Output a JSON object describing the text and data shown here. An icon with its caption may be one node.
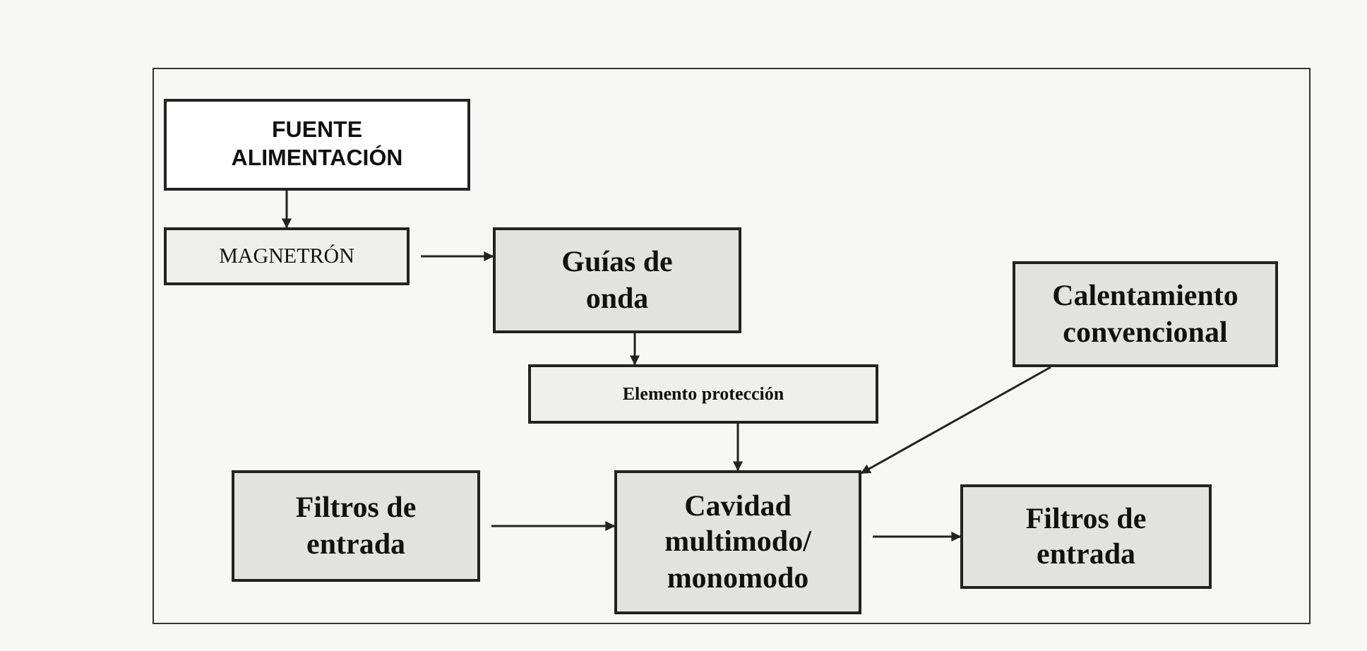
{
  "diagram": {
    "nodes": [
      {
        "text": [
          "FUENTE ALIMENTACIÓN"
        ]
      },
      {
        "text": [
          "MAGNETRÓN"
        ]
      },
      {
        "text": [
          "Guías de onda"
        ]
      },
      {
        "text": [
          "Elemento protección"
        ]
      },
      {
        "text": [
          "Filtros de entrada"
        ]
      },
      {
        "text": [
          "Cavidad multimodo/ monomodo"
        ]
      },
      {
        "text": [
          "Calentamiento convencional"
        ]
      },
      {
        "text": [
          "Filtros de entrada"
        ]
      }
    ],
    "edges": [
      {
        "from": 0,
        "to": 1,
        "arrow": "to"
      },
      {
        "from": 1,
        "to": 2,
        "arrow": "to"
      },
      {
        "from": 2,
        "to": 3,
        "arrow": "to"
      },
      {
        "from": 3,
        "to": 5,
        "arrow": "to"
      },
      {
        "from": 4,
        "to": 5,
        "arrow": "to"
      },
      {
        "from": 6,
        "to": 5,
        "arrow": "to"
      },
      {
        "from": 5,
        "to": 7,
        "arrow": "to"
      }
    ]
  }
}
